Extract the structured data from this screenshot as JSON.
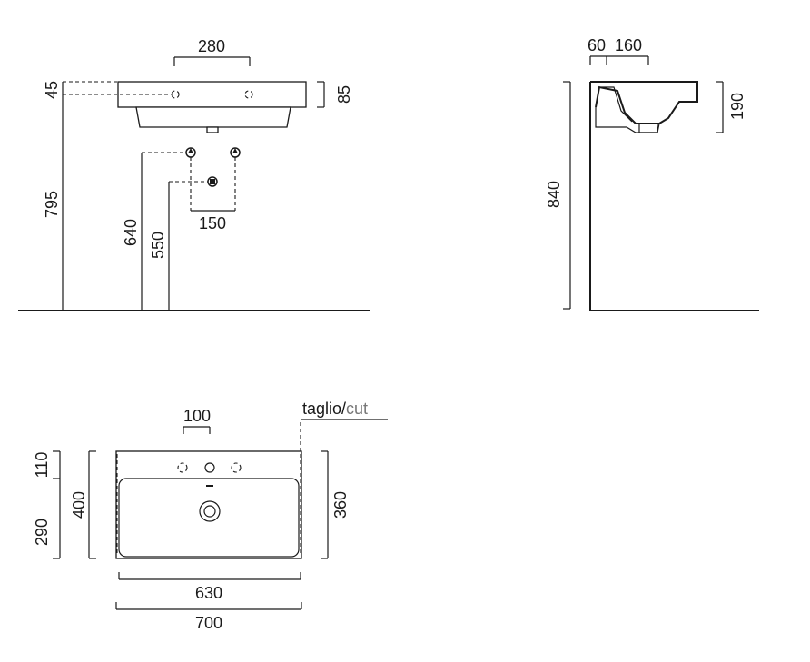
{
  "front_view": {
    "dim_top_holes": "280",
    "dim_rim_left": "45",
    "dim_rim_right": "85",
    "dim_rim_height": "795",
    "dim_supply_height": "640",
    "dim_waste_height": "550",
    "dim_supply_spacing": "150"
  },
  "side_view": {
    "dim_wall_gap": "60",
    "dim_hole_offset": "160",
    "dim_bowl_depth": "190",
    "dim_total_height": "840"
  },
  "top_view": {
    "dim_hole_spacing": "100",
    "cut_label_it": "taglio/",
    "cut_label_en": "cut",
    "dim_back_ledge": "110",
    "dim_front_bowl": "290",
    "dim_total_depth": "400",
    "dim_bowl_depth": "360",
    "dim_inner_width": "630",
    "dim_total_width": "700"
  },
  "colors": {
    "line": "#1a1a1a",
    "cut_text": "#777777"
  }
}
